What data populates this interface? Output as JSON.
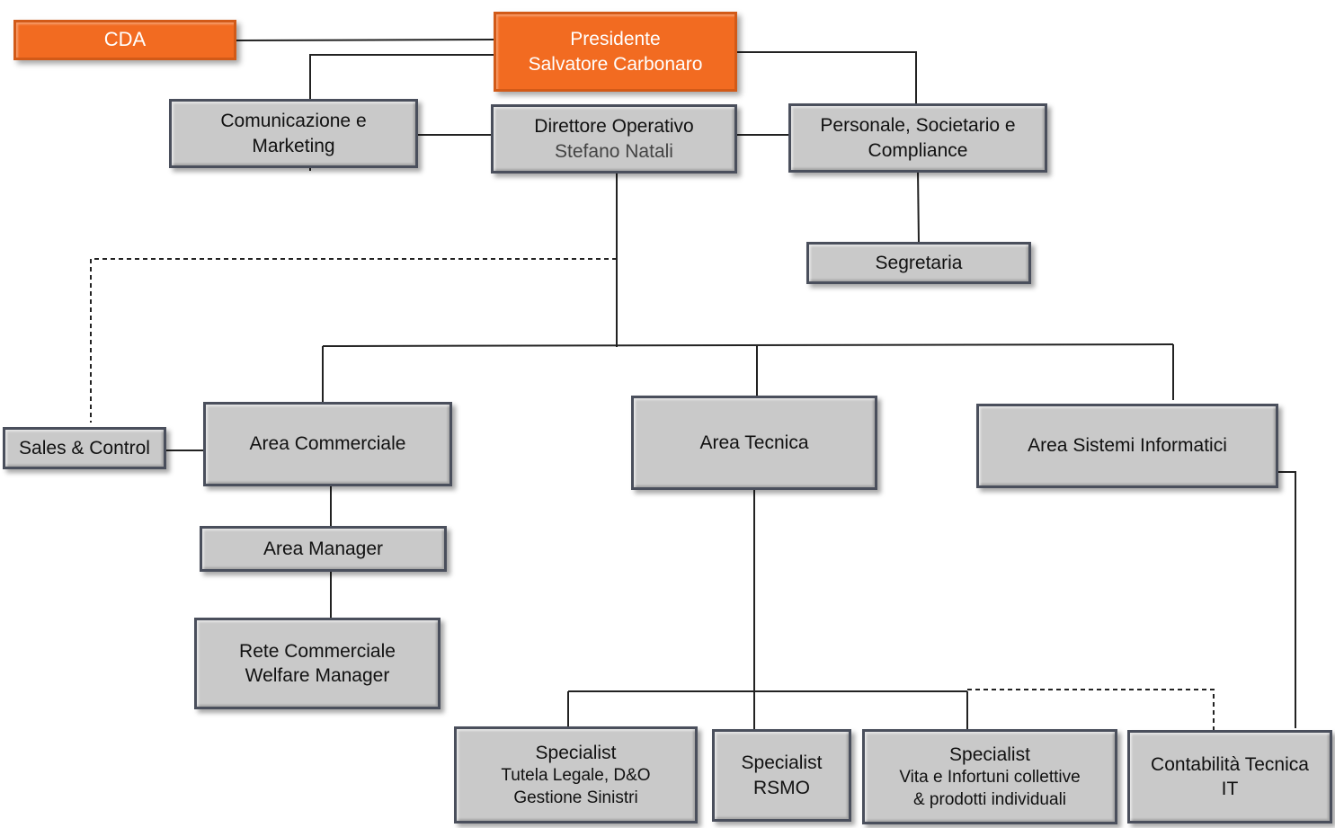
{
  "nodes": {
    "cda": {
      "lines": [
        "CDA"
      ],
      "color": "#f26b21"
    },
    "presidente": {
      "lines": [
        "Presidente",
        "Salvatore Carbonaro"
      ],
      "color": "#f26b21"
    },
    "comunicazione": {
      "lines": [
        "Comunicazione e",
        "Marketing"
      ]
    },
    "direttore": {
      "lines": [
        "Direttore Operativo",
        "Stefano Natali"
      ]
    },
    "personale": {
      "lines": [
        "Personale, Societario e",
        "Compliance"
      ]
    },
    "segretaria": {
      "lines": [
        "Segretaria"
      ]
    },
    "sales": {
      "lines": [
        "Sales & Control"
      ]
    },
    "area_commerciale": {
      "lines": [
        "Area Commerciale"
      ]
    },
    "area_tecnica": {
      "lines": [
        "Area Tecnica"
      ]
    },
    "area_sistemi": {
      "lines": [
        "Area Sistemi Informatici"
      ]
    },
    "area_manager": {
      "lines": [
        "Area Manager"
      ]
    },
    "rete": {
      "lines": [
        "Rete Commerciale",
        "Welfare Manager"
      ]
    },
    "spec_tutela": {
      "lines": [
        "Specialist",
        "Tutela Legale, D&O",
        "Gestione Sinistri"
      ]
    },
    "spec_rsmo": {
      "lines": [
        "Specialist",
        "RSMO"
      ]
    },
    "spec_vita": {
      "lines": [
        "Specialist",
        "Vita e Infortuni  collettive",
        "& prodotti individuali"
      ]
    },
    "contabilita": {
      "lines": [
        "Contabilità Tecnica",
        "IT"
      ]
    }
  },
  "colors": {
    "box_fill": "#c9c9c9",
    "box_border": "#4a4f5c",
    "accent": "#f26b21",
    "line": "#222222"
  }
}
